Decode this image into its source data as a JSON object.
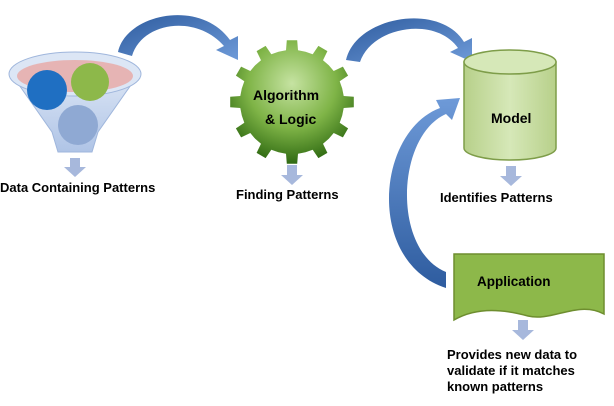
{
  "labels": {
    "data_source": "Data Containing Patterns",
    "algorithm_line1": "Algorithm",
    "algorithm_line2": "& Logic",
    "finding": "Finding Patterns",
    "model": "Model",
    "identifies": "Identifies Patterns",
    "application": "Application",
    "provides_line1": "Provides new data to",
    "provides_line2": "validate if it matches",
    "provides_line3": "known patterns"
  },
  "colors": {
    "arrow_blue": "#3F6FB6",
    "arrow_blue_light": "#6E9AD8",
    "gear_dark": "#3E7A1E",
    "gear_light": "#C6E3A2",
    "model_fill": "#C9DEA6",
    "model_stroke": "#7E9D49",
    "application_fill": "#8DB84A",
    "application_stroke": "#6E8E2F",
    "funnel_fill": "#C9D9F0",
    "funnel_rim": "#E6B4B4",
    "ball_blue": "#1F6FC2",
    "ball_green": "#8DB84A",
    "ball_grey": "#8FA9D3",
    "small_arrow": "#A7B8DC"
  }
}
